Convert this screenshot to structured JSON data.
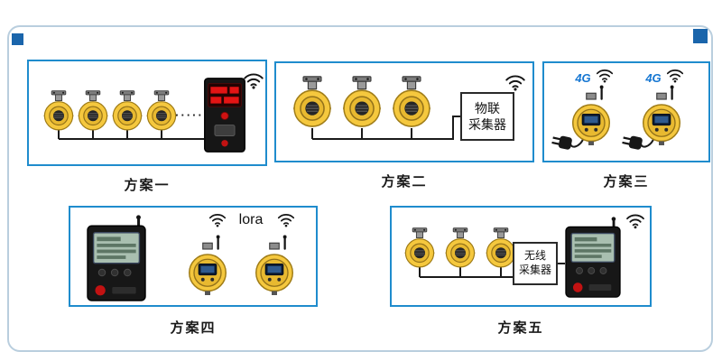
{
  "colors": {
    "scheme_border_blue": "#1f8ccd",
    "corner_square_blue": "#1a65ab",
    "outer_frame_blue": "#b9cede",
    "detector_body_yellow": "#f5c83e",
    "badge_4g_blue": "#1677d2",
    "controller_led_red": "#e31414"
  },
  "icons": {
    "wifi": "wifi-signal-icon (three arcs + dot)",
    "antenna": "antenna-icon (rod with ball tip)",
    "plug": "power-plug-icon (two-prong plug)"
  },
  "schemes": {
    "s1": {
      "label": "方案一",
      "detector_count": 4,
      "ellipsis": "·····",
      "devices": [
        "gas-detectors wired in bus",
        "alarm-controller with LED display",
        "wifi-signal"
      ]
    },
    "s2": {
      "label": "方案二",
      "detector_count": 3,
      "collector": [
        "物联",
        "采集器"
      ],
      "devices": [
        "gas-detectors wired in bus",
        "iot-collector box",
        "wifi-signal"
      ]
    },
    "s3": {
      "label": "方案三",
      "detector_count": 2,
      "badges": [
        "4G",
        "4G"
      ],
      "devices": [
        "gas-detectors with display + antenna",
        "power plugs"
      ]
    },
    "s4": {
      "label": "方案四",
      "detector_count": 2,
      "badge": "lora",
      "devices": [
        "alarm-controller with antenna",
        "gas-detectors with display + antenna",
        "wifi-signals"
      ]
    },
    "s5": {
      "label": "方案五",
      "detector_count": 3,
      "collector": [
        "无线",
        "采集器"
      ],
      "devices": [
        "gas-detectors wired in bus",
        "wireless-collector box",
        "alarm-controller with antenna",
        "wifi-signal"
      ]
    }
  }
}
